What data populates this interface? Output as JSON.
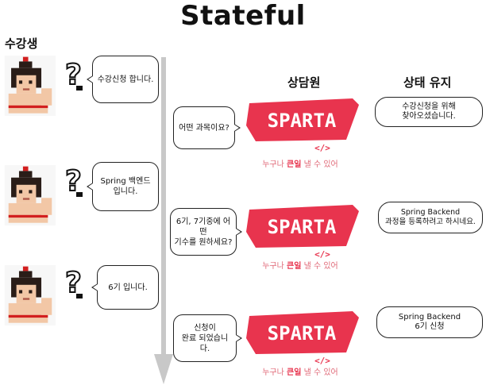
{
  "title": "Stateful",
  "headers": {
    "student": "수강생",
    "counselor": "상담원",
    "state": "상태 유지"
  },
  "rows": [
    {
      "student_msg": "수강신청 합니다.",
      "counselor_msg": "어떤 과목이요?",
      "state_line1": "수강신청을 위해",
      "state_line2": "찾아오셨습니다."
    },
    {
      "student_msg_line1": "Spring 백엔드",
      "student_msg_line2": "입니다.",
      "counselor_msg_line1": "6기, 7기중에 어떤",
      "counselor_msg_line2": "기수를 원하세요?",
      "state_line1": "Spring Backend",
      "state_line2": "과정을 등록하려고 하시네요."
    },
    {
      "student_msg": "6기 입니다.",
      "counselor_msg_line1": "신청이",
      "counselor_msg_line2": "완료 되었습니다.",
      "state_line1": "Spring Backend",
      "state_line2": "6기 신청"
    }
  ],
  "logo": {
    "text": "SPARTA",
    "code_mark": "</>",
    "tag_prefix": "누구나 ",
    "tag_bold": "큰일",
    "tag_suffix": " 낼 수 있어"
  },
  "colors": {
    "brand": "#e8344e",
    "arrow": "#c8c8c8",
    "skin": "#f2c7a6",
    "hair": "#2a1d18",
    "helmet_red": "#d21f1f"
  }
}
